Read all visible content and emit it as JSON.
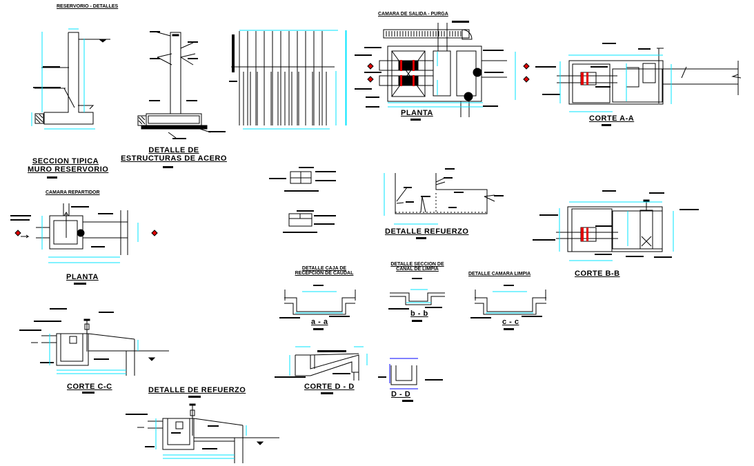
{
  "sheet": {
    "title": "RESERVORIO - DETALLES",
    "colors": {
      "linework": "#000000",
      "dimension": "#00e5ff",
      "dimension_tick": "#00d000",
      "highlight": "#e00000",
      "dd_dimension": "#0000ff"
    }
  },
  "drawings": [
    {
      "id": "seccion-tipica",
      "title_lines": [
        "SECCION TIPICA",
        "MURO RESERVORIO"
      ]
    },
    {
      "id": "detalle-estructuras",
      "title_lines": [
        "DETALLE DE",
        "ESTRUCTURAS DE ACERO"
      ]
    },
    {
      "id": "camara-salida",
      "heading": "CAMARA DE SALIDA - PURGA",
      "title": "PLANTA"
    },
    {
      "id": "corte-aa",
      "title": "CORTE A-A"
    },
    {
      "id": "camara-repartidor",
      "heading": "CAMARA REPARTIDOR",
      "title": "PLANTA"
    },
    {
      "id": "detalle-refuerzo-1",
      "title": "DETALLE REFUERZO"
    },
    {
      "id": "corte-bb",
      "title": "CORTE B-B"
    },
    {
      "id": "caja-recepcion",
      "heading_lines": [
        "DETALLE CAJA DE",
        "RECEPCION DE CAUDAL"
      ],
      "title": "a - a"
    },
    {
      "id": "canal-limpia",
      "heading_lines": [
        "DETALLE SECCION DE",
        "CANAL DE LIMPIA"
      ],
      "title": "b - b"
    },
    {
      "id": "camara-limpia",
      "heading": "DETALLE CAMARA LIMPIA",
      "title": "c - c"
    },
    {
      "id": "corte-cc",
      "title": "CORTE C-C"
    },
    {
      "id": "detalle-refuerzo-2",
      "title": "DETALLE DE REFUERZO"
    },
    {
      "id": "corte-dd",
      "title": "CORTE D - D"
    },
    {
      "id": "seccion-dd",
      "title": "D - D"
    }
  ]
}
